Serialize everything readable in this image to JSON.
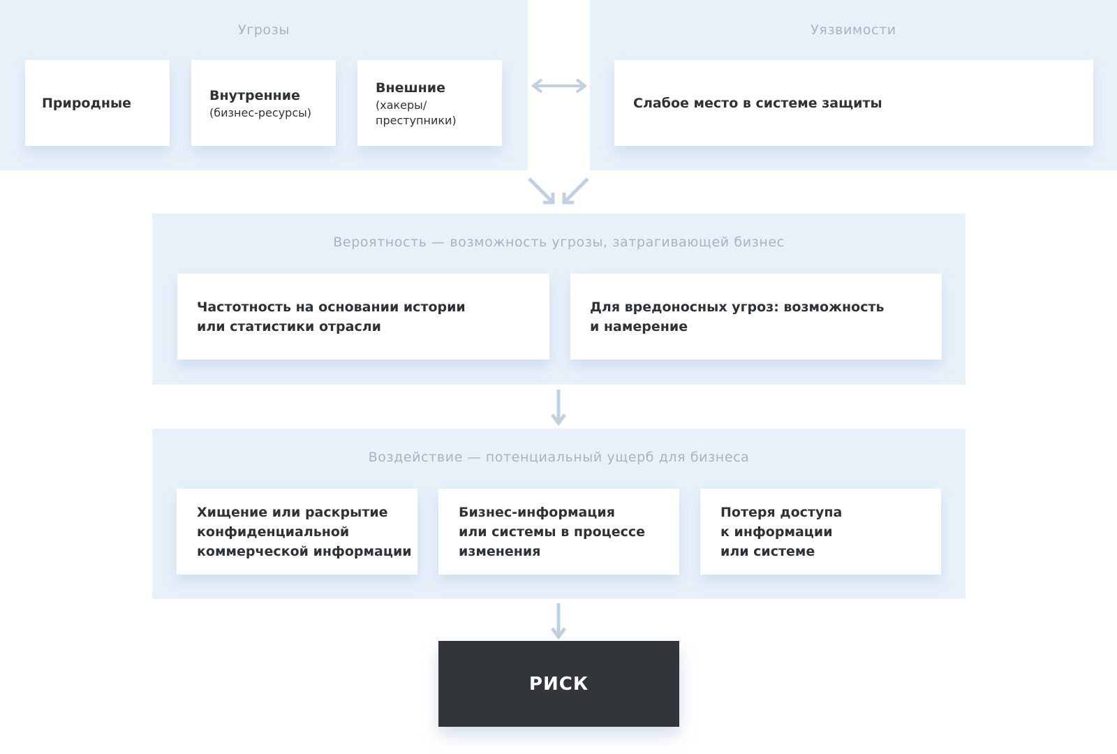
{
  "threats": {
    "title": "Угрозы",
    "cards": [
      {
        "label": "Природные"
      },
      {
        "label": "Внутренние",
        "sub": "(бизнес-ресурсы)"
      },
      {
        "label": "Внешние",
        "sub": "(хакеры/\nпреступники)"
      }
    ]
  },
  "vulnerabilities": {
    "title": "Уязвимости",
    "card": "Слабое место в системе защиты"
  },
  "probability": {
    "title": "Вероятность — возможность угрозы, затрагивающей бизнес",
    "cards": [
      "Частотность на основании истории\nили статистики отрасли",
      "Для вредоносных угроз: возможность\nи намерение"
    ]
  },
  "impact": {
    "title": "Воздействие — потенциальный ущерб для бизнеса",
    "cards": [
      "Хищение или раскрытие\nконфиденциальной\nкоммерческой информации",
      "Бизнес-информация\nили системы в процессе\nизменения",
      "Потеря доступа\nк информации\nили системе"
    ]
  },
  "result": "РИСК",
  "colors": {
    "panel": "#e8f1fa",
    "card": "#ffffff",
    "arrow": "#bfd0e0",
    "title": "#a7b3c0",
    "text": "#2e3136",
    "risk_bg": "#323539",
    "risk_text": "#ffffff"
  }
}
